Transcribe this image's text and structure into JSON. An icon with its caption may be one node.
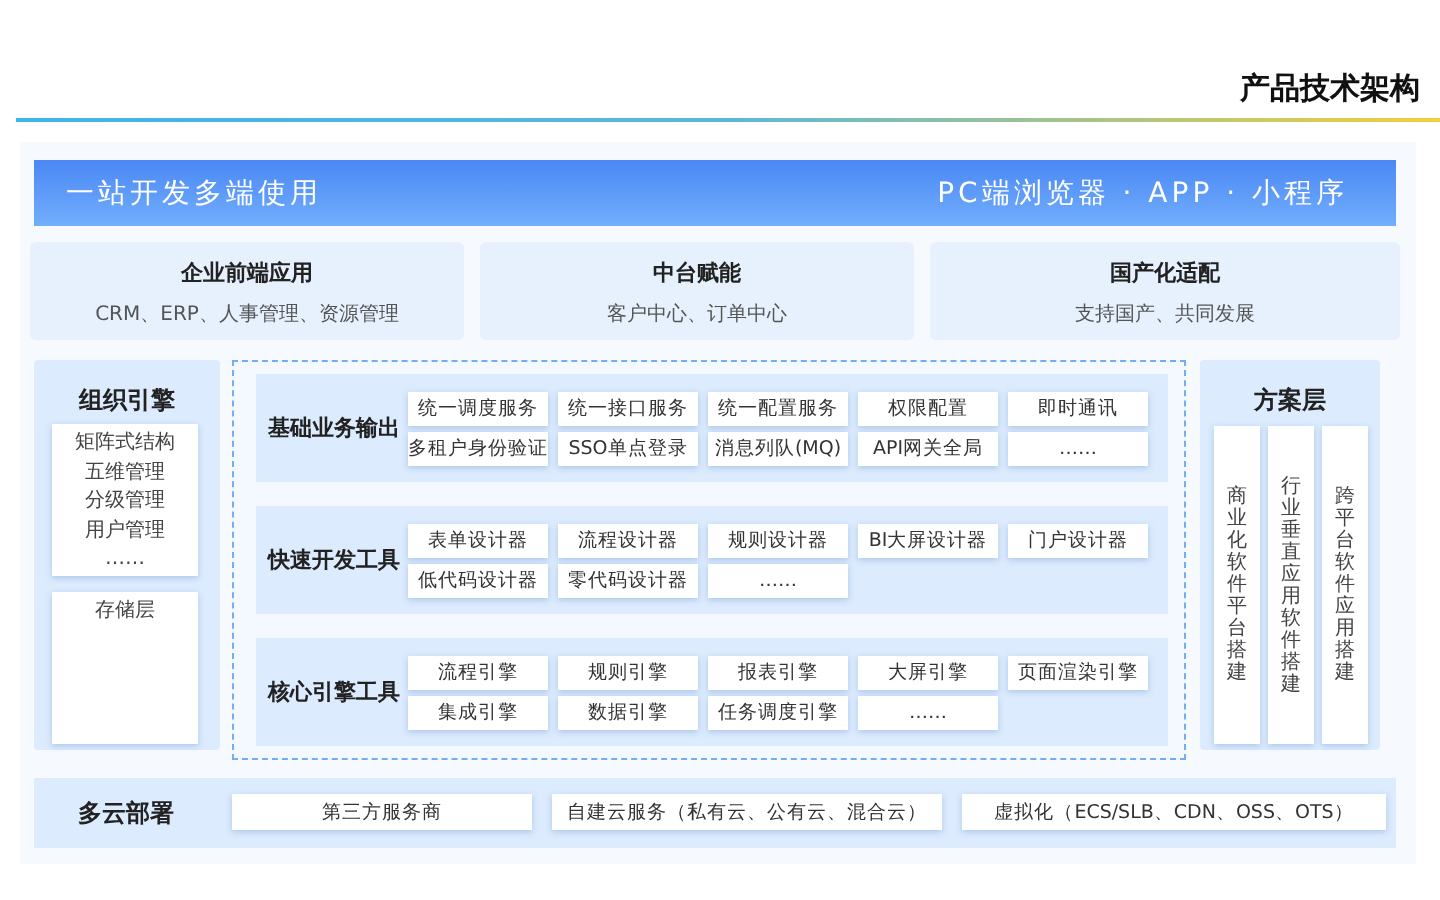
{
  "diagram": {
    "title": "产品技术架构",
    "nodes": [
      {
        "text": [
          "一站开发多端使用",
          "PC端浏览器 · APP · 小程序"
        ]
      },
      {
        "text": [
          "企业前端应用",
          "CRM、ERP、人事管理、资源管理"
        ]
      },
      {
        "text": [
          "中台赋能",
          "客户中心、订单中心"
        ]
      },
      {
        "text": [
          "国产化适配",
          "支持国产、共同发展"
        ]
      },
      {
        "text": [
          "组织引擎"
        ]
      },
      {
        "text": [
          "矩阵式结构",
          "五维管理",
          "分级管理",
          "用户管理",
          "……"
        ],
        "in": 4
      },
      {
        "text": [
          "存储层"
        ],
        "in": 4
      },
      {
        "text": [],
        "shape": "box"
      },
      {
        "text": [
          "基础业务输出"
        ],
        "in": 7
      },
      {
        "text": [
          "统一调度服务"
        ],
        "in": 8
      },
      {
        "text": [
          "统一接口服务"
        ],
        "in": 8
      },
      {
        "text": [
          "统一配置服务"
        ],
        "in": 8
      },
      {
        "text": [
          "权限配置"
        ],
        "in": 8
      },
      {
        "text": [
          "即时通讯"
        ],
        "in": 8
      },
      {
        "text": [
          "多租户身份验证"
        ],
        "in": 8
      },
      {
        "text": [
          "SSO单点登录"
        ],
        "in": 8
      },
      {
        "text": [
          "消息列队(MQ)"
        ],
        "in": 8
      },
      {
        "text": [
          "API网关全局"
        ],
        "in": 8
      },
      {
        "text": [
          "……"
        ],
        "in": 8
      },
      {
        "text": [
          "快速开发工具"
        ],
        "in": 7
      },
      {
        "text": [
          "表单设计器"
        ],
        "in": 19
      },
      {
        "text": [
          "流程设计器"
        ],
        "in": 19
      },
      {
        "text": [
          "规则设计器"
        ],
        "in": 19
      },
      {
        "text": [
          "BI大屏设计器"
        ],
        "in": 19
      },
      {
        "text": [
          "门户设计器"
        ],
        "in": 19
      },
      {
        "text": [
          "低代码设计器"
        ],
        "in": 19
      },
      {
        "text": [
          "零代码设计器"
        ],
        "in": 19
      },
      {
        "text": [
          "……"
        ],
        "in": 19
      },
      {
        "text": [
          "核心引擎工具"
        ],
        "in": 7
      },
      {
        "text": [
          "流程引擎"
        ],
        "in": 28
      },
      {
        "text": [
          "规则引擎"
        ],
        "in": 28
      },
      {
        "text": [
          "报表引擎"
        ],
        "in": 28
      },
      {
        "text": [
          "大屏引擎"
        ],
        "in": 28
      },
      {
        "text": [
          "页面渲染引擎"
        ],
        "in": 28
      },
      {
        "text": [
          "集成引擎"
        ],
        "in": 28
      },
      {
        "text": [
          "数据引擎"
        ],
        "in": 28
      },
      {
        "text": [
          "任务调度引擎"
        ],
        "in": 28
      },
      {
        "text": [
          "……"
        ],
        "in": 28
      },
      {
        "text": [
          "方案层"
        ]
      },
      {
        "text": [
          "商业化软件平台搭建"
        ],
        "in": 38
      },
      {
        "text": [
          "行业垂直应用软件搭建"
        ],
        "in": 38
      },
      {
        "text": [
          "跨平台软件应用搭建"
        ],
        "in": 38
      },
      {
        "text": [
          "多云部署"
        ]
      },
      {
        "text": [
          "第三方服务商"
        ],
        "in": 42
      },
      {
        "text": [
          "自建云服务（私有云、公有云、混合云）"
        ],
        "in": 42
      },
      {
        "text": [
          "虚拟化（ECS/SLB、CDN、OSS、OTS）"
        ],
        "in": 42
      }
    ]
  }
}
